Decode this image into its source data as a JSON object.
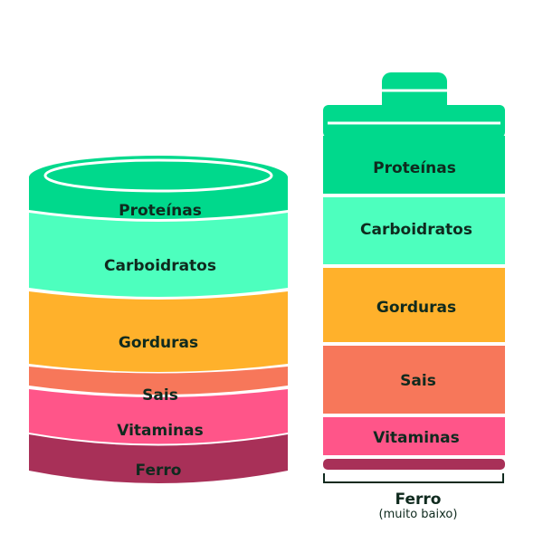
{
  "colors": {
    "proteinas": "#00d98c",
    "carboidratos": "#4dffbe",
    "gorduras": "#ffb12b",
    "sais": "#f7775a",
    "vitaminas": "#ff5589",
    "ferro": "#a83058",
    "text": "#0f2a1e"
  },
  "can": {
    "layers": [
      "Proteínas",
      "Carboidratos",
      "Gorduras",
      "Sais",
      "Vitaminas",
      "Ferro"
    ]
  },
  "carton": {
    "layers": [
      "Proteínas",
      "Carboidratos",
      "Gorduras",
      "Sais",
      "Vitaminas"
    ],
    "ferro_label": "Ferro",
    "ferro_note": "(muito baixo)"
  }
}
